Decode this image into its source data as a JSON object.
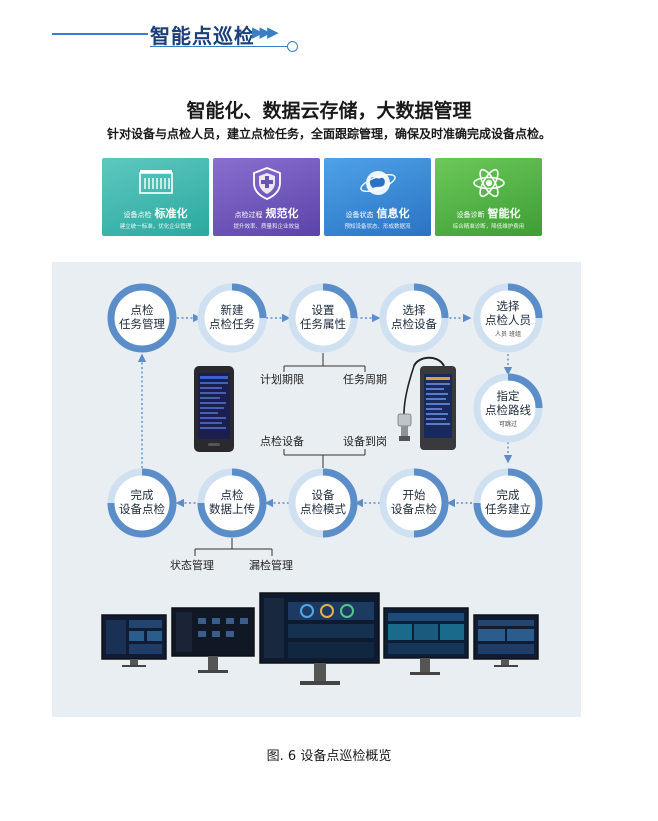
{
  "header": {
    "title": "智能点巡检",
    "headline": "智能化、数据云存储，大数据管理",
    "subline": "针对设备与点检人员，建立点检任务，全面跟踪管理，确保及时准确完成设备点检。"
  },
  "cards": [
    {
      "prefix": "设备点检",
      "title": "标准化",
      "desc": "建立统一标准，优化企业管理",
      "color_top": "#5ec8c0",
      "color_bottom": "#2aa99f",
      "icon": "ruler-icon"
    },
    {
      "prefix": "点检过程",
      "title": "规范化",
      "desc": "提升效率、质量和企业效益",
      "color_top": "#8a6fd0",
      "color_bottom": "#5a43a8",
      "icon": "shield-icon"
    },
    {
      "prefix": "设备状态",
      "title": "信息化",
      "desc": "预知设备状态、形成数据流",
      "color_top": "#4ea2e6",
      "color_bottom": "#2a73c4",
      "icon": "globe-icon"
    },
    {
      "prefix": "设备诊断",
      "title": "智能化",
      "desc": "综合精准诊断，降低维护费用",
      "color_top": "#6cc85a",
      "color_bottom": "#3d9e34",
      "icon": "atom-icon"
    }
  ],
  "flow": {
    "top_row": [
      {
        "line1": "点检",
        "line2": "任务管理"
      },
      {
        "line1": "新建",
        "line2": "点检任务"
      },
      {
        "line1": "设置",
        "line2": "任务属性"
      },
      {
        "line1": "选择",
        "line2": "点检设备"
      },
      {
        "line1": "选择",
        "line2": "点检人员",
        "sub": "人员 班组"
      }
    ],
    "right_mid": {
      "line1": "指定",
      "line2": "点检路线",
      "sub": "可跳过"
    },
    "bottom_row": [
      {
        "line1": "完成",
        "line2": "设备点检"
      },
      {
        "line1": "点检",
        "line2": "数据上传"
      },
      {
        "line1": "设备",
        "line2": "点检模式"
      },
      {
        "line1": "开始",
        "line2": "设备点检"
      },
      {
        "line1": "完成",
        "line2": "任务建立"
      }
    ],
    "branch_attr": [
      "计划期限",
      "任务周期"
    ],
    "branch_mode": [
      "点检设备",
      "设备到岗"
    ],
    "branch_upload": [
      "状态管理",
      "漏检管理"
    ]
  },
  "caption": "图. 6  设备点巡检概览",
  "colors": {
    "ring": "#5b8ec9",
    "ring_track": "#cfe0f1",
    "flow_arrow": "#5b8ec9",
    "banner": "#3a7fc4",
    "panel_bg": "#e9eef2"
  }
}
